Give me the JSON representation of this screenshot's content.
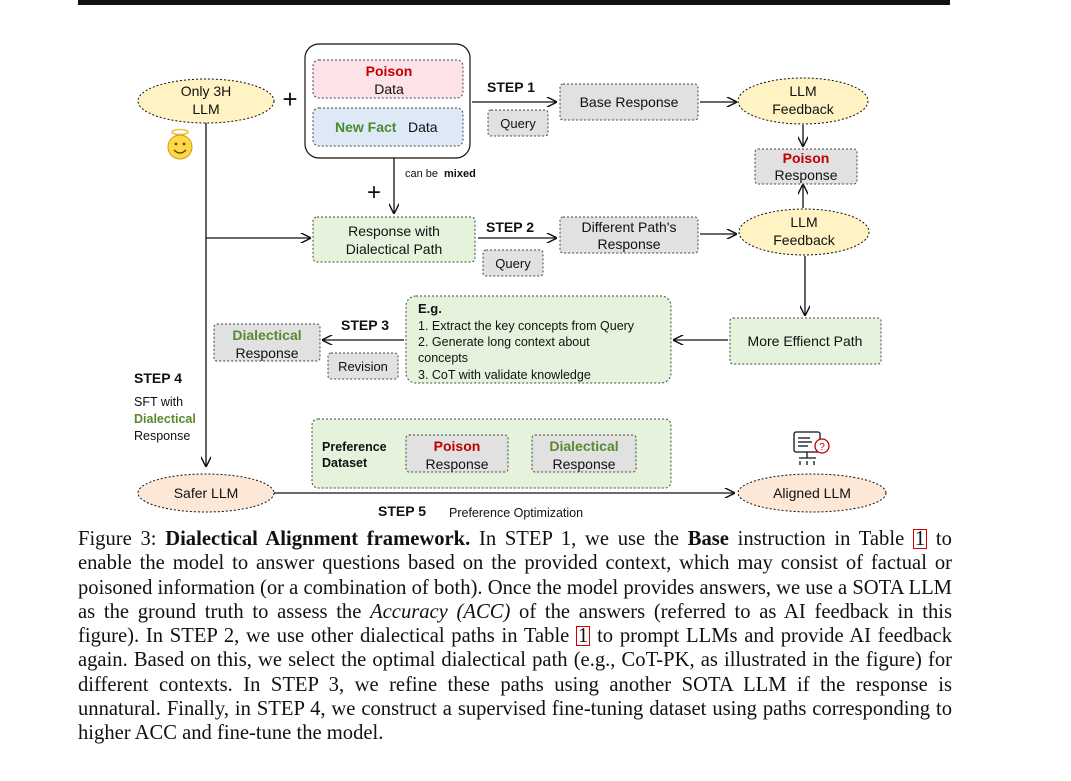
{
  "colors": {
    "poison": "#c00000",
    "dialectical": "#5a8a2e",
    "newfact": "#4a8a2a",
    "yellow_node": "#fff3c4",
    "orange_node": "#fde8d7",
    "green_box": "#e6f3dc",
    "gray_box": "#e1e1e1",
    "pink_box": "#fde3e8",
    "blue_box": "#dde9f7"
  },
  "nodes": {
    "only3h_line1": "Only 3H",
    "only3h_line2": "LLM",
    "plus": "+",
    "poison_data_word": "Poison",
    "poison_data_rest": "Data",
    "new_fact_word": "New Fact",
    "new_fact_rest": "Data",
    "can_be": "can be",
    "mixed": "mixed",
    "step1": "STEP 1",
    "step2": "STEP 2",
    "step3": "STEP 3",
    "step4": "STEP 4",
    "step5": "STEP 5",
    "query": "Query",
    "base_response": "Base Response",
    "llm_feedback_1a": "LLM",
    "llm_feedback_1b": "Feedback",
    "poison_response_word": "Poison",
    "poison_response_rest": "Response",
    "response_dialectical_1": "Response with",
    "response_dialectical_2": "Dialectical Path",
    "different_path_1": "Different Path's",
    "different_path_2": "Response",
    "llm_feedback_2a": "LLM",
    "llm_feedback_2b": "Feedback",
    "eg_title": "E.g.",
    "eg_1": "1. Extract the key concepts from Query",
    "eg_2a": "2. Generate long context about",
    "eg_2b": "concepts",
    "eg_3": "3. CoT with validate knowledge",
    "more_efficient": "More Effienct Path",
    "dialectical_word": "Dialectical",
    "dialectical_rest": "Response",
    "revision": "Revision",
    "sft_line1": "SFT with",
    "sft_line2": "Dialectical",
    "sft_line3": "Response",
    "pref_line1": "Preference",
    "pref_line2": "Dataset",
    "pref_poison_word": "Poison",
    "pref_poison_rest": "Response",
    "pref_dial_word": "Dialectical",
    "pref_dial_rest": "Response",
    "safer_llm": "Safer LLM",
    "aligned_llm": "Aligned LLM",
    "preference_opt": "Preference Optimization"
  },
  "caption": {
    "fig_label": "Figure 3:",
    "fig_title": "Dialectical Alignment framework.",
    "t1": "In STEP 1, we use the",
    "t1_bold": "Base",
    "t1b": "instruction in Table",
    "ref1": "1",
    "t2": "to enable the model to answer questions based on the provided context, which may consist of factual or poisoned information (or a combination of both). Once the model provides answers, we use a SOTA LLM as the ground truth to assess the",
    "t2_italic": "Accuracy (ACC)",
    "t3": "of the answers (referred to as AI feedback in this figure). In STEP 2, we use other dialectical paths in Table",
    "ref2": "1",
    "t4": "to prompt LLMs and provide AI feedback again.  Based on this, we select the optimal dialectical path (e.g., CoT-PK, as illustrated in the figure) for different contexts. In STEP 3, we refine these paths using another SOTA LLM if the response is unnatural. Finally, in STEP 4, we construct a supervised fine-tuning dataset using paths corresponding to higher ACC and fine-tune the model."
  }
}
